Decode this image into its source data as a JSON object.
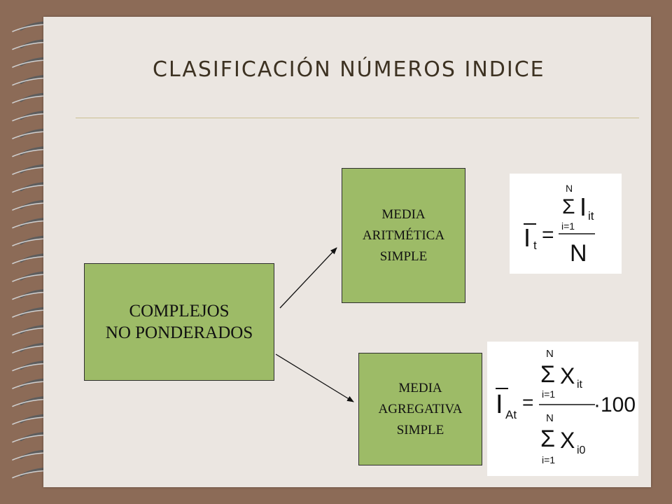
{
  "title": "CLASIFICACIÓN NÚMEROS INDICE",
  "boxes": {
    "main": "COMPLEJOS\nNO PONDERADOS",
    "arithmetic": "MEDIA\nARITMÉTICA\nSIMPLE",
    "aggregative": "MEDIA\nAGREGATIVA\nSIMPLE"
  },
  "formula_arithmetic": {
    "lhs": "I",
    "lhs_sub": "t",
    "equals": "=",
    "sum_upper": "N",
    "sum": "Σ",
    "sum_lower": "i=1",
    "term": "I",
    "term_sub": "it",
    "denominator": "N"
  },
  "formula_aggregative": {
    "lhs": "I",
    "lhs_sub": "At",
    "equals": "=",
    "sum_upper": "N",
    "sum": "Σ",
    "sum_lower": "i=1",
    "num_term": "X",
    "num_sub": "it",
    "den_term": "X",
    "den_sub": "i0",
    "multiplier": "·100"
  },
  "colors": {
    "background": "#8c6b57",
    "page": "#ebe6e1",
    "box_fill": "#9dbb67",
    "title": "#3d3222"
  }
}
